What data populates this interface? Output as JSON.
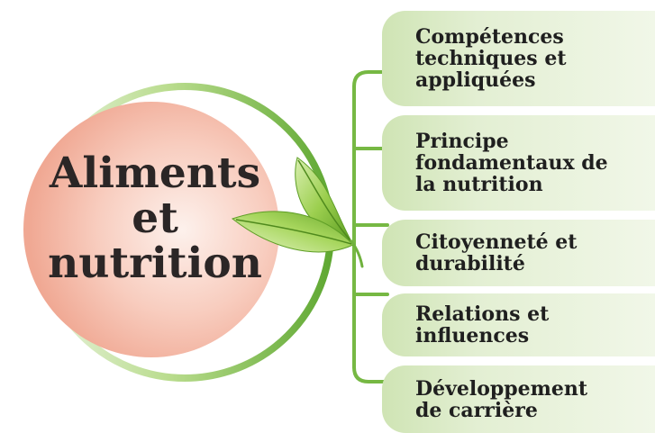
{
  "center": {
    "lines": [
      "Aliments",
      "et",
      "nutrition"
    ]
  },
  "branches": [
    {
      "label": "Compétences\ntechniques et\nappliquées"
    },
    {
      "label": "Principe\nfondamentaux de\nla nutrition"
    },
    {
      "label": "Citoyenneté et\ndurabilité"
    },
    {
      "label": "Relations et\ninfluences"
    },
    {
      "label": "Développement\nde carrière"
    }
  ],
  "colors": {
    "ring": "#6fb13d",
    "connector": "#76b843",
    "circle_fill": "#f3b2a0",
    "leaf": "#8cc63f",
    "box": "#d9eac3"
  }
}
